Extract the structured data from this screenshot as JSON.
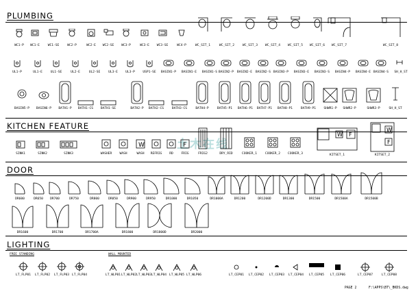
{
  "sections": {
    "plumbing": "PLUMBING",
    "kitchen": "KITCHEN FEATURE",
    "door": "DOOR",
    "lighting": "LIGHTING"
  },
  "lighting_groups": {
    "free_standing": "FREE STANDING",
    "wall_mounted": "WALL MOUNTED"
  },
  "plumbing_row1": [
    "WC1-P",
    "WC1-E",
    "WC1-SE",
    "WC2-P",
    "WC2-E",
    "WC2-SE",
    "WC3-P",
    "WC3-E",
    "WC3-SE",
    "WC4-P",
    "WC_SIT_1",
    "WC_SIT_2",
    "WC_SIT_3",
    "WC_SIT_4",
    "WC_SIT_5",
    "WC_SIT_6",
    "WC_SIT_7",
    "WC_SIT_8"
  ],
  "plumbing_row2": [
    "UL1-P",
    "UL1-E",
    "UL1-SE",
    "UL2-E",
    "UL2-SE",
    "UL3-E",
    "UL3-P",
    "USP1-SE",
    "BASIN1-P",
    "BASIN1-E",
    "BASIN1-S",
    "BASIN2-P",
    "BASIN2-E",
    "BASIN2-S",
    "BASIN3-P",
    "BASIN3-E",
    "BASIN3-S",
    "BASIN4-P",
    "BASIN4-E",
    "BASIN4-S",
    "SH_H_ST"
  ],
  "plumbing_row3": [
    "BASIN5-P",
    "BASIN6-P",
    "BATH1-P",
    "BATH1-CS",
    "BATH1-SE",
    "BATH2-P",
    "BATH2-CS",
    "BATH3-CS",
    "BATH4-P",
    "BATH5-P1",
    "BATH6-P1",
    "BATH7-P1",
    "BATH8-P1",
    "BATH9-P1",
    "SHWR1-P",
    "SHWR2-P",
    "SHWR3-P",
    "SH_H_ST"
  ],
  "kitchen": [
    "SINK1",
    "SINK2",
    "SINK3",
    "WASHER",
    "WASH",
    "WASH",
    "REFRIG",
    "RD",
    "FRIG",
    "FRIG2",
    "DRY_RID",
    "COOKER_1",
    "COOKER_2",
    "COOKER_3",
    "KITSET_1",
    "KITSET_2"
  ],
  "door_row1": [
    "DR600",
    "DR650",
    "DR700",
    "DR750",
    "DR800",
    "DR850",
    "DR900",
    "DR950",
    "DR1000",
    "DR1050",
    "DR1000A",
    "DR1200",
    "DR1200D",
    "DR1300",
    "DR1500",
    "DR1500A",
    "DR1500B"
  ],
  "door_row2": [
    "DR1600",
    "DR1700",
    "DR1700A",
    "DR1800",
    "DR1800D",
    "DR2000"
  ],
  "lighting_free": [
    "LT_FLP01",
    "LT_FLP02",
    "LT_FLP03",
    "LT_FLP04"
  ],
  "lighting_wall": [
    "LT_WLP01",
    "LT_WLP02",
    "LT_WLP03",
    "LT_WLP04",
    "LT_WLP05",
    "LT_WLP06",
    "LT_CEP01",
    "LT_CEP02",
    "LT_CEP03",
    "LT_CEP04",
    "LT_CEP05",
    "LT_CEP06",
    "LT_CEP07",
    "LT_CEP08"
  ],
  "watermark": "土木在线",
  "footer": {
    "page": "PAGE 2",
    "path": "F:\\APPS\\BT\\_BKDS.dwg"
  }
}
